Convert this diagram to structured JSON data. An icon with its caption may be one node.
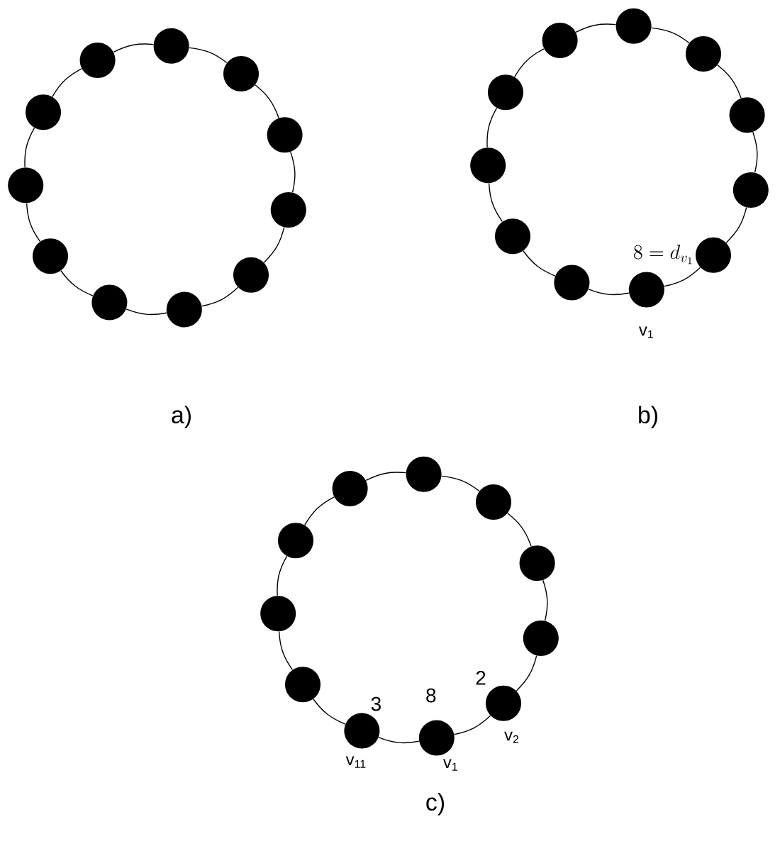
{
  "diagram": {
    "nodes": [
      {
        "text": [],
        "shape": "circle"
      },
      {
        "text": [],
        "shape": "circle"
      },
      {
        "text": [],
        "shape": "circle"
      },
      {
        "text": [],
        "shape": "circle"
      },
      {
        "text": [],
        "shape": "circle"
      },
      {
        "text": [],
        "shape": "circle"
      },
      {
        "text": [],
        "shape": "circle"
      },
      {
        "text": [],
        "shape": "circle"
      },
      {
        "text": [],
        "shape": "circle"
      },
      {
        "text": [],
        "shape": "circle"
      },
      {
        "text": [],
        "shape": "circle"
      },
      {
        "text": [],
        "shape": "circle",
        "beside": [
          "8=d_{v_1}",
          "v$_{1}$"
        ]
      },
      {
        "text": [],
        "shape": "circle"
      },
      {
        "text": [],
        "shape": "circle"
      },
      {
        "text": [],
        "shape": "circle"
      },
      {
        "text": [],
        "shape": "circle"
      },
      {
        "text": [],
        "shape": "circle"
      },
      {
        "text": [],
        "shape": "circle"
      },
      {
        "text": [],
        "shape": "circle"
      },
      {
        "text": [],
        "shape": "circle"
      },
      {
        "text": [],
        "shape": "circle"
      },
      {
        "text": [],
        "shape": "circle"
      },
      {
        "text": [],
        "shape": "circle",
        "beside": [
          "8",
          "v$_{1}$"
        ]
      },
      {
        "text": [],
        "shape": "circle",
        "beside": [
          "2",
          "v$_{2}$"
        ]
      },
      {
        "text": [],
        "shape": "circle"
      },
      {
        "text": [],
        "shape": "circle"
      },
      {
        "text": [],
        "shape": "circle"
      },
      {
        "text": [],
        "shape": "circle"
      },
      {
        "text": [],
        "shape": "circle"
      },
      {
        "text": [],
        "shape": "circle"
      },
      {
        "text": [],
        "shape": "circle"
      },
      {
        "text": [],
        "shape": "circle"
      },
      {
        "text": [],
        "shape": "circle",
        "beside": [
          "3",
          "v$_{11}$"
        ]
      }
    ],
    "edges": [
      {
        "from": 0,
        "to": 1,
        "arrow": "none"
      },
      {
        "from": 1,
        "to": 2,
        "arrow": "none"
      },
      {
        "from": 2,
        "to": 3,
        "arrow": "none"
      },
      {
        "from": 3,
        "to": 4,
        "arrow": "none"
      },
      {
        "from": 4,
        "to": 5,
        "arrow": "none"
      },
      {
        "from": 5,
        "to": 6,
        "arrow": "none"
      },
      {
        "from": 6,
        "to": 7,
        "arrow": "none"
      },
      {
        "from": 7,
        "to": 8,
        "arrow": "none"
      },
      {
        "from": 8,
        "to": 9,
        "arrow": "none"
      },
      {
        "from": 9,
        "to": 10,
        "arrow": "none"
      },
      {
        "from": 10,
        "to": 0,
        "arrow": "none"
      },
      {
        "from": 11,
        "to": 12,
        "arrow": "none"
      },
      {
        "from": 12,
        "to": 13,
        "arrow": "none"
      },
      {
        "from": 13,
        "to": 14,
        "arrow": "none"
      },
      {
        "from": 14,
        "to": 15,
        "arrow": "none"
      },
      {
        "from": 15,
        "to": 16,
        "arrow": "none"
      },
      {
        "from": 16,
        "to": 17,
        "arrow": "none"
      },
      {
        "from": 17,
        "to": 18,
        "arrow": "none"
      },
      {
        "from": 18,
        "to": 19,
        "arrow": "none"
      },
      {
        "from": 19,
        "to": 20,
        "arrow": "none"
      },
      {
        "from": 20,
        "to": 21,
        "arrow": "none"
      },
      {
        "from": 21,
        "to": 11,
        "arrow": "none"
      },
      {
        "from": 22,
        "to": 23,
        "arrow": "none"
      },
      {
        "from": 23,
        "to": 24,
        "arrow": "none"
      },
      {
        "from": 24,
        "to": 25,
        "arrow": "none"
      },
      {
        "from": 25,
        "to": 26,
        "arrow": "none"
      },
      {
        "from": 26,
        "to": 27,
        "arrow": "none"
      },
      {
        "from": 27,
        "to": 28,
        "arrow": "none"
      },
      {
        "from": 28,
        "to": 29,
        "arrow": "none"
      },
      {
        "from": 29,
        "to": 30,
        "arrow": "none"
      },
      {
        "from": 30,
        "to": 31,
        "arrow": "none"
      },
      {
        "from": 31,
        "to": 32,
        "arrow": "none"
      },
      {
        "from": 32,
        "to": 22,
        "arrow": "none"
      }
    ],
    "labels": [
      "a)",
      "b)",
      "c)"
    ]
  }
}
